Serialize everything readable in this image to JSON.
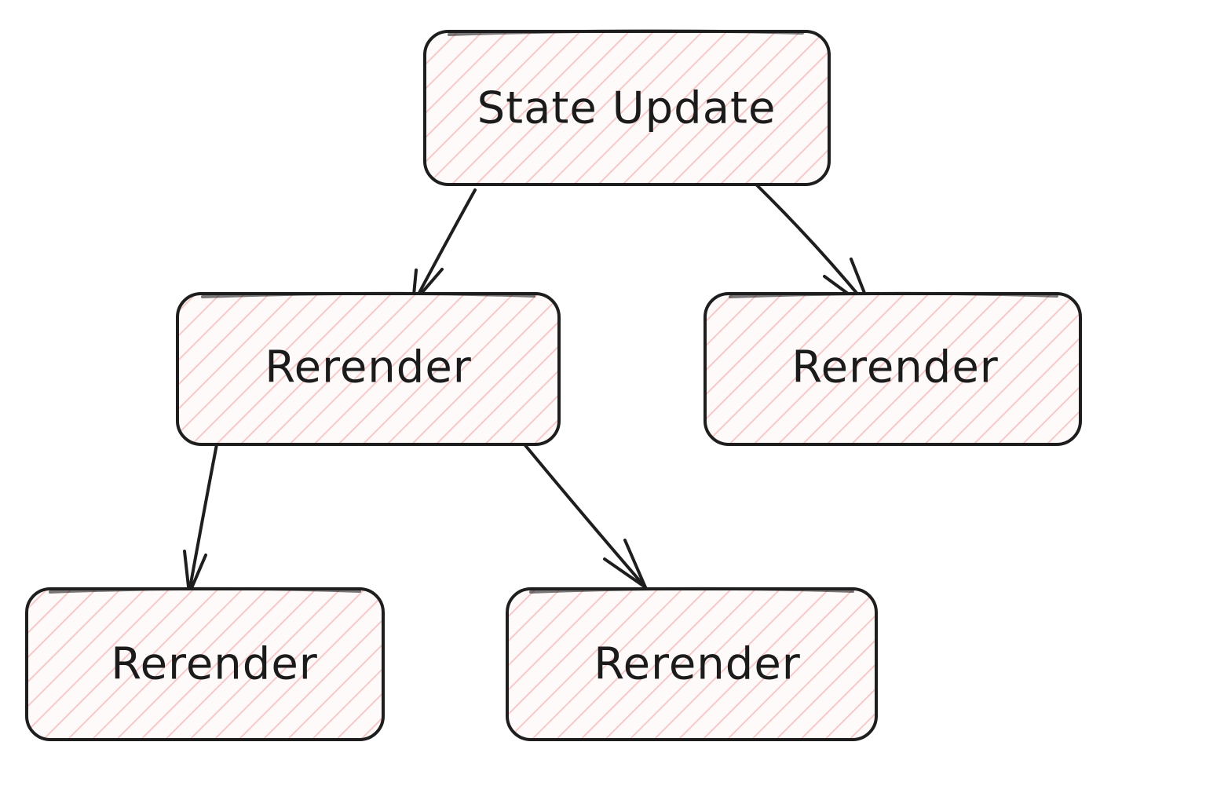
{
  "colors": {
    "stroke": "#1e1e1e",
    "hatch": "#f6c9c9",
    "fill": "#fffafa",
    "text": "#1b1b1b",
    "background": "#ffffff"
  },
  "nodes": [
    {
      "id": "state-update",
      "label": "State Update"
    },
    {
      "id": "rerender-left",
      "label": "Rerender"
    },
    {
      "id": "rerender-right",
      "label": "Rerender"
    },
    {
      "id": "rerender-bottom-left",
      "label": "Rerender"
    },
    {
      "id": "rerender-bottom-middle",
      "label": "Rerender"
    }
  ],
  "edges": [
    {
      "from": "state-update",
      "to": "rerender-left"
    },
    {
      "from": "state-update",
      "to": "rerender-right"
    },
    {
      "from": "rerender-left",
      "to": "rerender-bottom-left"
    },
    {
      "from": "rerender-left",
      "to": "rerender-bottom-middle"
    }
  ]
}
